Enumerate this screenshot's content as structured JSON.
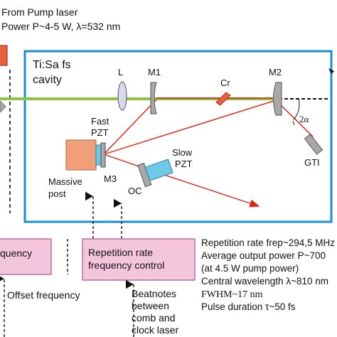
{
  "pump": {
    "line1": "From Pump laser",
    "line2": "Power P~4-5 W, λ=532 nm"
  },
  "cavity": {
    "title_line1": "Ti:Sa fs",
    "title_line2": "cavity"
  },
  "components": {
    "lens": "L",
    "mirror1": "M1",
    "crystal": "Cr",
    "mirror2": "M2",
    "fast_pzt_line1": "Fast",
    "fast_pzt_line2": "PZT",
    "mirror3": "M3",
    "massive_post_line1": "Massive",
    "massive_post_line2": "post",
    "output_coupler": "OC",
    "slow_pzt_line1": "Slow",
    "slow_pzt_line2": "PZT",
    "gti": "GTI",
    "angle": "2α"
  },
  "control_boxes": {
    "offset_box_text": "quency",
    "rep_rate_line1": "Repetition rate",
    "rep_rate_line2": "frequency control"
  },
  "labels": {
    "offset_frequency": "Offset frequency",
    "beatnotes_line1": "Beatnotes",
    "beatnotes_line2": "between",
    "beatnotes_line3": "comb and",
    "beatnotes_line4": "clock laser"
  },
  "specs": [
    "Repetition rate frep~294,5 MHz",
    "Average output power P~700",
    "(at 4.5 W pump power)",
    "Central wavelength λ~810 nm",
    "FWHM~17 nm",
    "Pulse duration τ~50 fs"
  ],
  "colors": {
    "cavity_border": "#1a8fd6",
    "pump_beam": "#8cc63f",
    "laser_beam": "#e02010",
    "box_fill": "#f4c6dc",
    "box_border": "#b0508a",
    "post_fill": "#f0a078",
    "pzt_fill": "#6ec8e8",
    "mirror_fill": "#a8a8a8",
    "lens_fill": "#d8d8ee",
    "crystal_fill": "#e86040"
  }
}
